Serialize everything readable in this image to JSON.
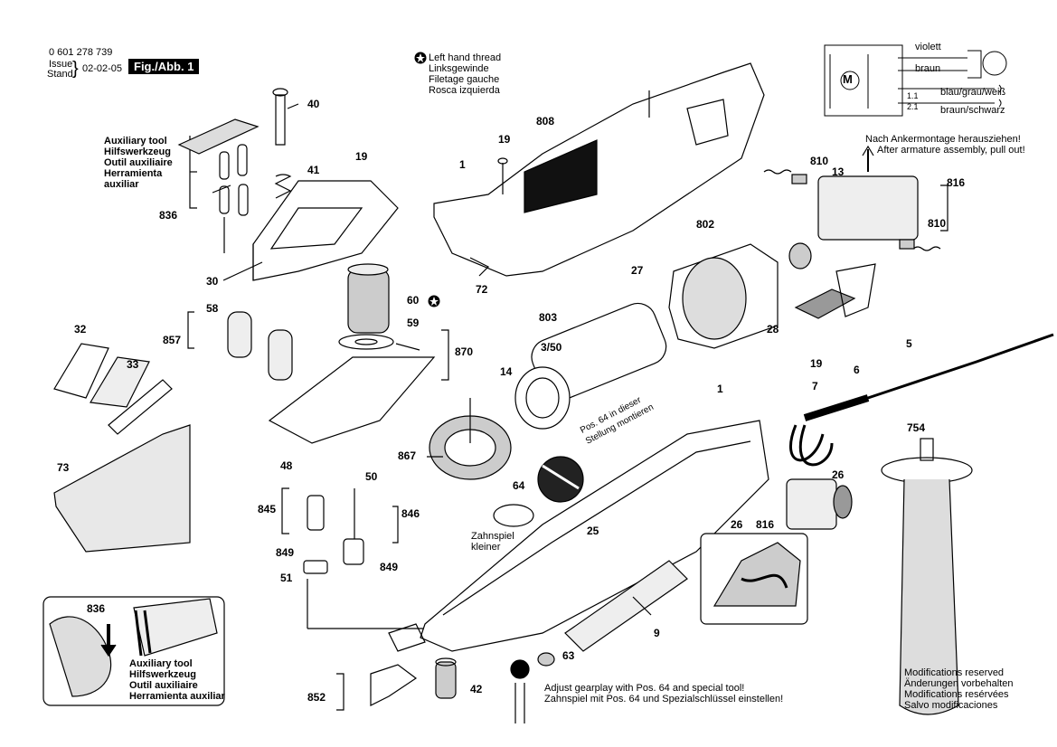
{
  "header": {
    "part_number": "0 601 278 739",
    "issue_label_1": "Issue",
    "issue_label_2": "Stand",
    "issue_date": "02-02-05",
    "figure_label": "Fig./Abb. 1"
  },
  "legend_thread": {
    "lines": [
      "Left hand thread",
      "Linksgewinde",
      "Filetage gauche",
      "Rosca izquierda"
    ]
  },
  "aux_tool_top": {
    "lines": [
      "Auxiliary tool",
      "Hilfswerkzeug",
      "Outil auxiliaire",
      "Herramienta",
      "auxiliar"
    ]
  },
  "aux_tool_inset": {
    "lines": [
      "Auxiliary tool",
      "Hilfswerkzeug",
      "Outil auxiliaire",
      "Herramienta auxiliar"
    ],
    "part": "836"
  },
  "wiring": {
    "motor_label": "M",
    "wires": [
      "violett",
      "braun",
      "blau/grau/weiß",
      "braun/schwarz"
    ],
    "switch_labels": [
      "1.1",
      "2.1"
    ]
  },
  "armature_note": {
    "lines": [
      "Nach Ankermontage herausziehen!",
      "After armature assembly, pull out!"
    ]
  },
  "position_note": {
    "line1": "Pos. 64 in dieser",
    "line2": "Stellung montieren"
  },
  "gear_note": {
    "label": "Zahnspiel",
    "label2": "kleiner"
  },
  "gearplay_note": {
    "line1": "Adjust gearplay with Pos. 64 and special tool!",
    "line2": "Zahnspiel mit Pos. 64 und Spezialschlüssel einstellen!"
  },
  "footer": {
    "lines": [
      "Modifications reserved",
      "Änderungen vorbehalten",
      "Modifications resérvées",
      "Salvo modificaciones"
    ]
  },
  "parts": {
    "p40": "40",
    "p19a": "19",
    "p41": "41",
    "p836": "836",
    "p30": "30",
    "p58": "58",
    "p60": "60",
    "p59": "59",
    "p857": "857",
    "p870": "870",
    "p32": "32",
    "p33": "33",
    "p73": "73",
    "p48": "48",
    "p50": "50",
    "p845": "845",
    "p846": "846",
    "p849a": "849",
    "p849b": "849",
    "p51": "51",
    "p1a": "1",
    "p72": "72",
    "p808": "808",
    "p19b": "19",
    "p27": "27",
    "p803": "803",
    "p3_50": "3/50",
    "p14": "14",
    "p867": "867",
    "p802": "802",
    "p810a": "810",
    "p13": "13",
    "p816a": "816",
    "p810b": "810",
    "p28": "28",
    "p19c": "19",
    "p7": "7",
    "p6": "6",
    "p5": "5",
    "p1b": "1",
    "p754": "754",
    "p64": "64",
    "p25": "25",
    "p26a": "26",
    "p26b": "26",
    "p816b": "816",
    "p9": "9",
    "p63": "63",
    "p42": "42",
    "p852": "852"
  }
}
